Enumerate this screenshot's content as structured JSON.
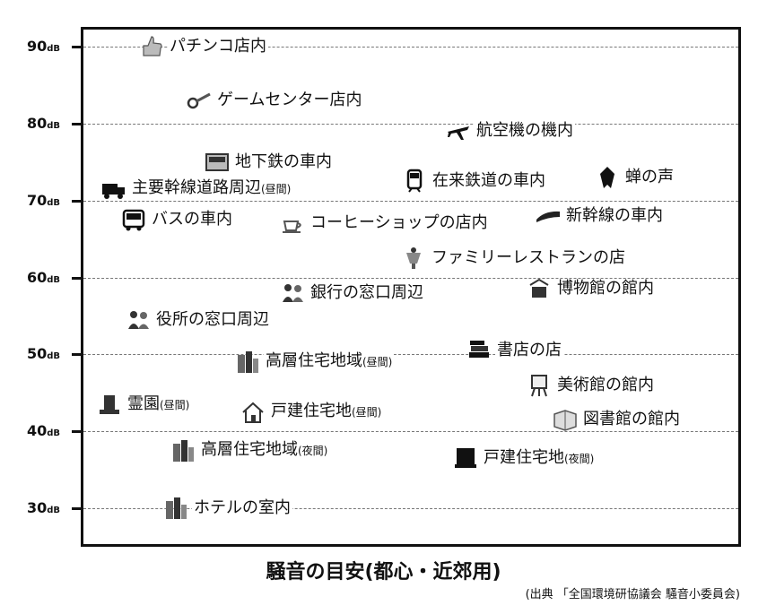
{
  "chart_data": {
    "type": "scatter",
    "title": "騒音の目安(都心・近郊用)",
    "source": "(出典 「全国環境研協議会 騒音小委員会)",
    "y_unit": "dB",
    "ylim": [
      25,
      95
    ],
    "yticks": [
      90,
      80,
      70,
      60,
      50,
      40,
      30
    ],
    "ytick_labels": [
      "90",
      "80",
      "70",
      "60",
      "50",
      "40",
      "30"
    ],
    "grid": true,
    "points": [
      {
        "label": "パチンコ店内",
        "note": "",
        "y": 90,
        "icon": "thumbs-up-icon"
      },
      {
        "label": "ゲームセンター店内",
        "note": "",
        "y": 83,
        "icon": "game-icon"
      },
      {
        "label": "航空機の機内",
        "note": "",
        "y": 79,
        "icon": "airplane-icon"
      },
      {
        "label": "地下鉄の車内",
        "note": "",
        "y": 75,
        "icon": "subway-icon"
      },
      {
        "label": "在来鉄道の車内",
        "note": "",
        "y": 72.5,
        "icon": "train-icon"
      },
      {
        "label": "蝉の声",
        "note": "",
        "y": 73,
        "icon": "cicada-icon"
      },
      {
        "label": "主要幹線道路周辺",
        "note": "(昼間)",
        "y": 71.5,
        "icon": "truck-icon"
      },
      {
        "label": "バスの車内",
        "note": "",
        "y": 67.5,
        "icon": "bus-icon"
      },
      {
        "label": "コーヒーショップの店内",
        "note": "",
        "y": 67,
        "icon": "coffee-icon"
      },
      {
        "label": "新幹線の車内",
        "note": "",
        "y": 68,
        "icon": "shinkansen-icon"
      },
      {
        "label": "ファミリーレストランの店",
        "note": "",
        "y": 62.5,
        "icon": "restaurant-icon"
      },
      {
        "label": "銀行の窓口周辺",
        "note": "",
        "y": 58,
        "icon": "bank-icon"
      },
      {
        "label": "博物館の館内",
        "note": "",
        "y": 58.5,
        "icon": "museum-icon"
      },
      {
        "label": "役所の窓口周辺",
        "note": "",
        "y": 54.5,
        "icon": "office-icon"
      },
      {
        "label": "書店の店",
        "note": "",
        "y": 50.5,
        "icon": "books-icon"
      },
      {
        "label": "高層住宅地域",
        "note": "(昼間)",
        "y": 49,
        "icon": "highrise-icon"
      },
      {
        "label": "美術館の館内",
        "note": "",
        "y": 46,
        "icon": "art-icon"
      },
      {
        "label": "霊園",
        "note": "(昼間)",
        "y": 43.5,
        "icon": "grave-icon"
      },
      {
        "label": "戸建住宅地",
        "note": "(昼間)",
        "y": 42.5,
        "icon": "house-icon"
      },
      {
        "label": "図書館の館内",
        "note": "",
        "y": 41.5,
        "icon": "library-icon"
      },
      {
        "label": "高層住宅地域",
        "note": "(夜間)",
        "y": 37.5,
        "icon": "highrise-icon"
      },
      {
        "label": "戸建住宅地",
        "note": "(夜間)",
        "y": 36.5,
        "icon": "house-night-icon"
      },
      {
        "label": "ホテルの室内",
        "note": "",
        "y": 30,
        "icon": "hotel-icon"
      }
    ]
  }
}
